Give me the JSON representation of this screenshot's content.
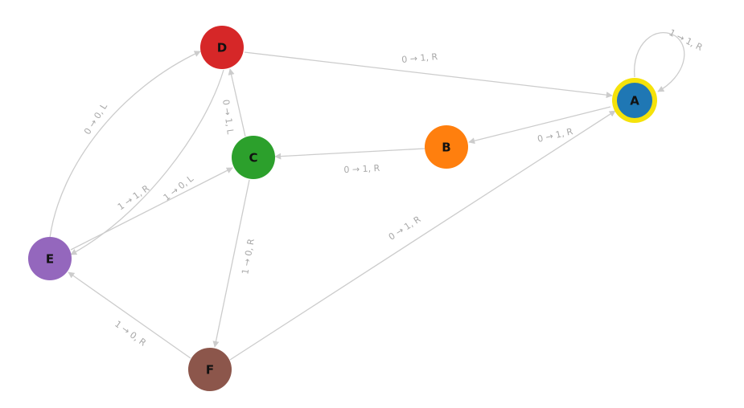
{
  "diagram": {
    "nodes": [
      {
        "id": "A",
        "label": "A",
        "color": "#1f77b4",
        "highlight": "#f5e20a"
      },
      {
        "id": "B",
        "label": "B",
        "color": "#ff7f0e"
      },
      {
        "id": "C",
        "label": "C",
        "color": "#2ca02c"
      },
      {
        "id": "D",
        "label": "D",
        "color": "#d62728"
      },
      {
        "id": "E",
        "label": "E",
        "color": "#9467bd"
      },
      {
        "id": "F",
        "label": "F",
        "color": "#8c564b"
      }
    ],
    "edges": [
      {
        "from": "A",
        "to": "A",
        "label": "1 → 1, R"
      },
      {
        "from": "D",
        "to": "A",
        "label": "0 → 1, R"
      },
      {
        "from": "A",
        "to": "B",
        "label": "0 → 1, R"
      },
      {
        "from": "B",
        "to": "C",
        "label": "0 → 1, R"
      },
      {
        "from": "C",
        "to": "D",
        "label": "0 → 1, L"
      },
      {
        "from": "E",
        "to": "D",
        "label": "0 → 0, L"
      },
      {
        "from": "D",
        "to": "E",
        "label": "1 → 1, R"
      },
      {
        "from": "E",
        "to": "C",
        "label": "1 → 0, L"
      },
      {
        "from": "C",
        "to": "F",
        "label": "1 → 0, R"
      },
      {
        "from": "F",
        "to": "E",
        "label": "1 → 0, R"
      },
      {
        "from": "F",
        "to": "A",
        "label": "0 → 1, R"
      }
    ]
  }
}
